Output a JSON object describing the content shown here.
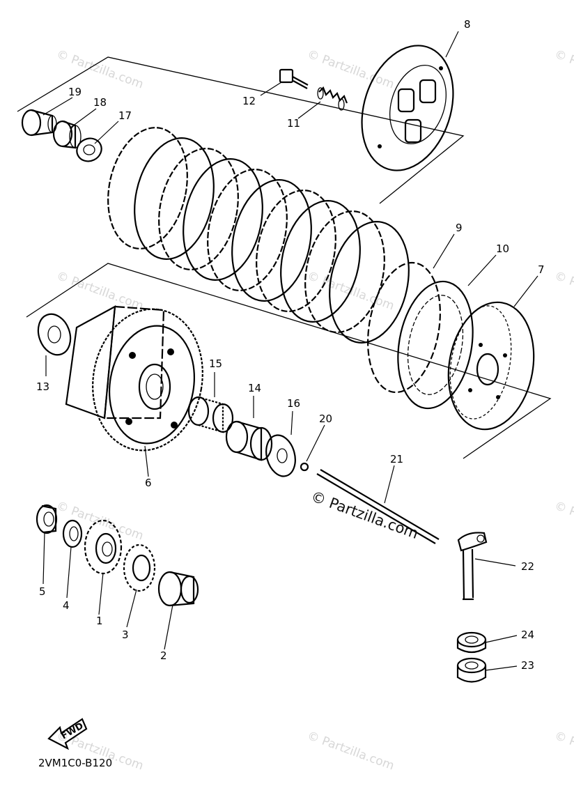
{
  "diagram": {
    "drawing_code": "2VM1C0-B120",
    "fwd_label": "FWD",
    "watermark_center": "© Partzilla.com",
    "watermark_small": "© Partzilla.com",
    "callouts": [
      "1",
      "2",
      "3",
      "4",
      "5",
      "6",
      "7",
      "8",
      "9",
      "10",
      "11",
      "12",
      "13",
      "14",
      "15",
      "16",
      "17",
      "18",
      "19",
      "20",
      "21",
      "22",
      "23",
      "24"
    ]
  }
}
